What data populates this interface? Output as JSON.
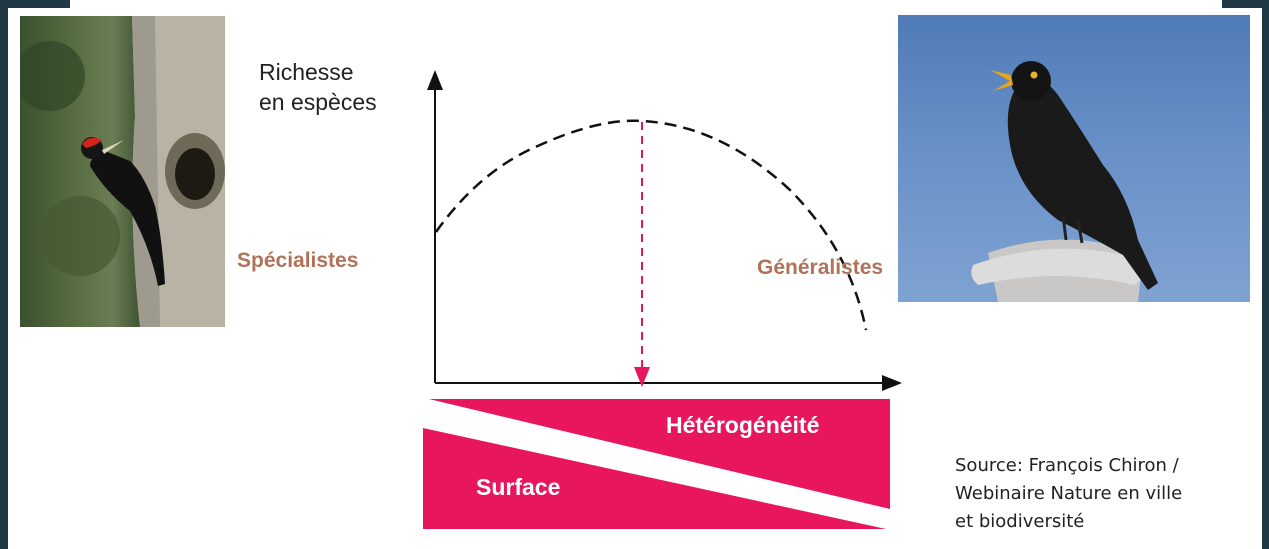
{
  "axis": {
    "y_label_line1": "Richesse",
    "y_label_line2": "en espèces"
  },
  "labels": {
    "left": "Spécialistes",
    "right": "Généralistes"
  },
  "gradient_bar": {
    "top_label": "Hétérogénéité",
    "bottom_label": "Surface",
    "color": "#e8175d"
  },
  "source": {
    "line1": "Source: François Chiron /",
    "line2": "Webinaire Nature en ville",
    "line3": "et biodiversité"
  },
  "colors": {
    "frame": "#1f3a44",
    "category_label": "#b0735a",
    "dashed_peak_line": "#e8175d"
  }
}
